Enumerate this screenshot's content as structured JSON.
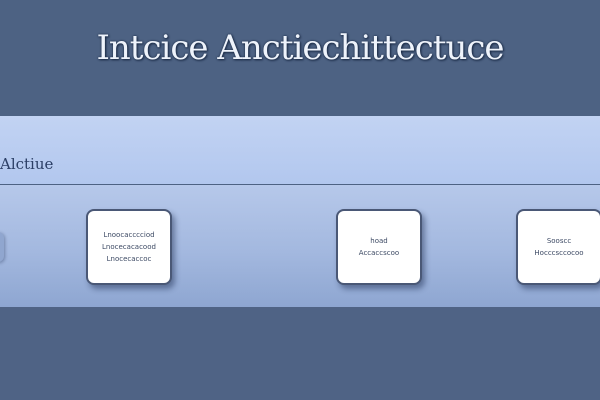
{
  "title": "Intcice Anctiechittectuce",
  "band_label": "Alctiue",
  "nodes": [
    {
      "lines": [
        "Lnoocacccciod",
        "Lnocecacacood",
        "Lnocecaccoc"
      ]
    },
    {
      "lines": [
        "hoad",
        "Accaccscoo"
      ]
    },
    {
      "lines": [
        "Sooscc",
        "Hocccsccocoo"
      ]
    }
  ]
}
